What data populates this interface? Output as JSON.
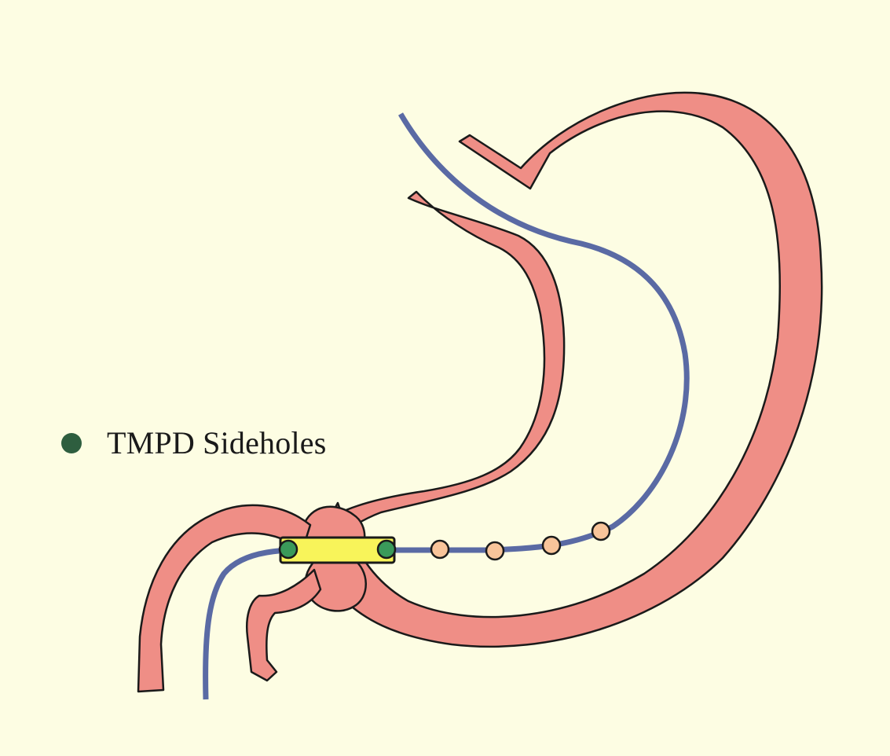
{
  "legend": {
    "label": "TMPD Sideholes",
    "marker_color": "#2e5e3f",
    "marker_icon": "filled-circle"
  },
  "colors": {
    "background": "#fdfde3",
    "stomach_wall": "#ef8e86",
    "outline": "#1a1a1a",
    "catheter_line": "#5a6aa4",
    "sleeve_sensor": "#f8f45a",
    "sidehole": "#3a9a5a",
    "point_sensor": "#f8c49a"
  },
  "diagram": {
    "sidehole_count": 2,
    "point_sensor_count": 4
  }
}
